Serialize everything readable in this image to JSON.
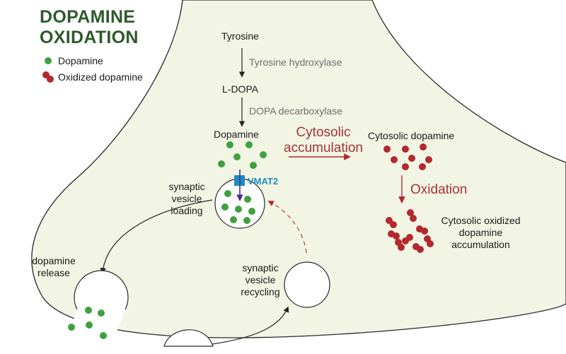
{
  "title": {
    "line1": "DOPAMINE",
    "line2": "OXIDATION"
  },
  "legend": [
    {
      "label": "Dopamine",
      "color": "#3fa03f"
    },
    {
      "label": "Oxidized dopamine",
      "color": "#b3282d"
    }
  ],
  "pathway": {
    "tyrosine": "Tyrosine",
    "enzyme1": "Tyrosine hydroxylase",
    "ldopa": "L-DOPA",
    "enzyme2": "DOPA decarboxylase",
    "dopamine": "Dopamine"
  },
  "cytosolic_accumulation": {
    "line1": "Cytosolic",
    "line2": "accumulation"
  },
  "cytosolic_dopamine": "Cytosolic dopamine",
  "oxidation": "Oxidation",
  "oxidized_accumulation": {
    "line1": "Cytosolic oxidized",
    "line2": "dopamine",
    "line3": "accumulation"
  },
  "vmat2": "VMAT2",
  "vesicle_loading": {
    "line1": "synaptic",
    "line2": "vesicle",
    "line3": "loading"
  },
  "release": {
    "line1": "dopamine",
    "line2": "release"
  },
  "recycling": {
    "line1": "synaptic",
    "line2": "vesicle",
    "line3": "recycling"
  },
  "colors": {
    "background": "#f2f5e4",
    "title": "#2e5a2b",
    "dopamine": "#3fa03f",
    "oxidized": "#b3282d",
    "red_text": "#a63236",
    "vmat2": "#1c8fc0",
    "arrow_purple": "#4b2a8c"
  }
}
